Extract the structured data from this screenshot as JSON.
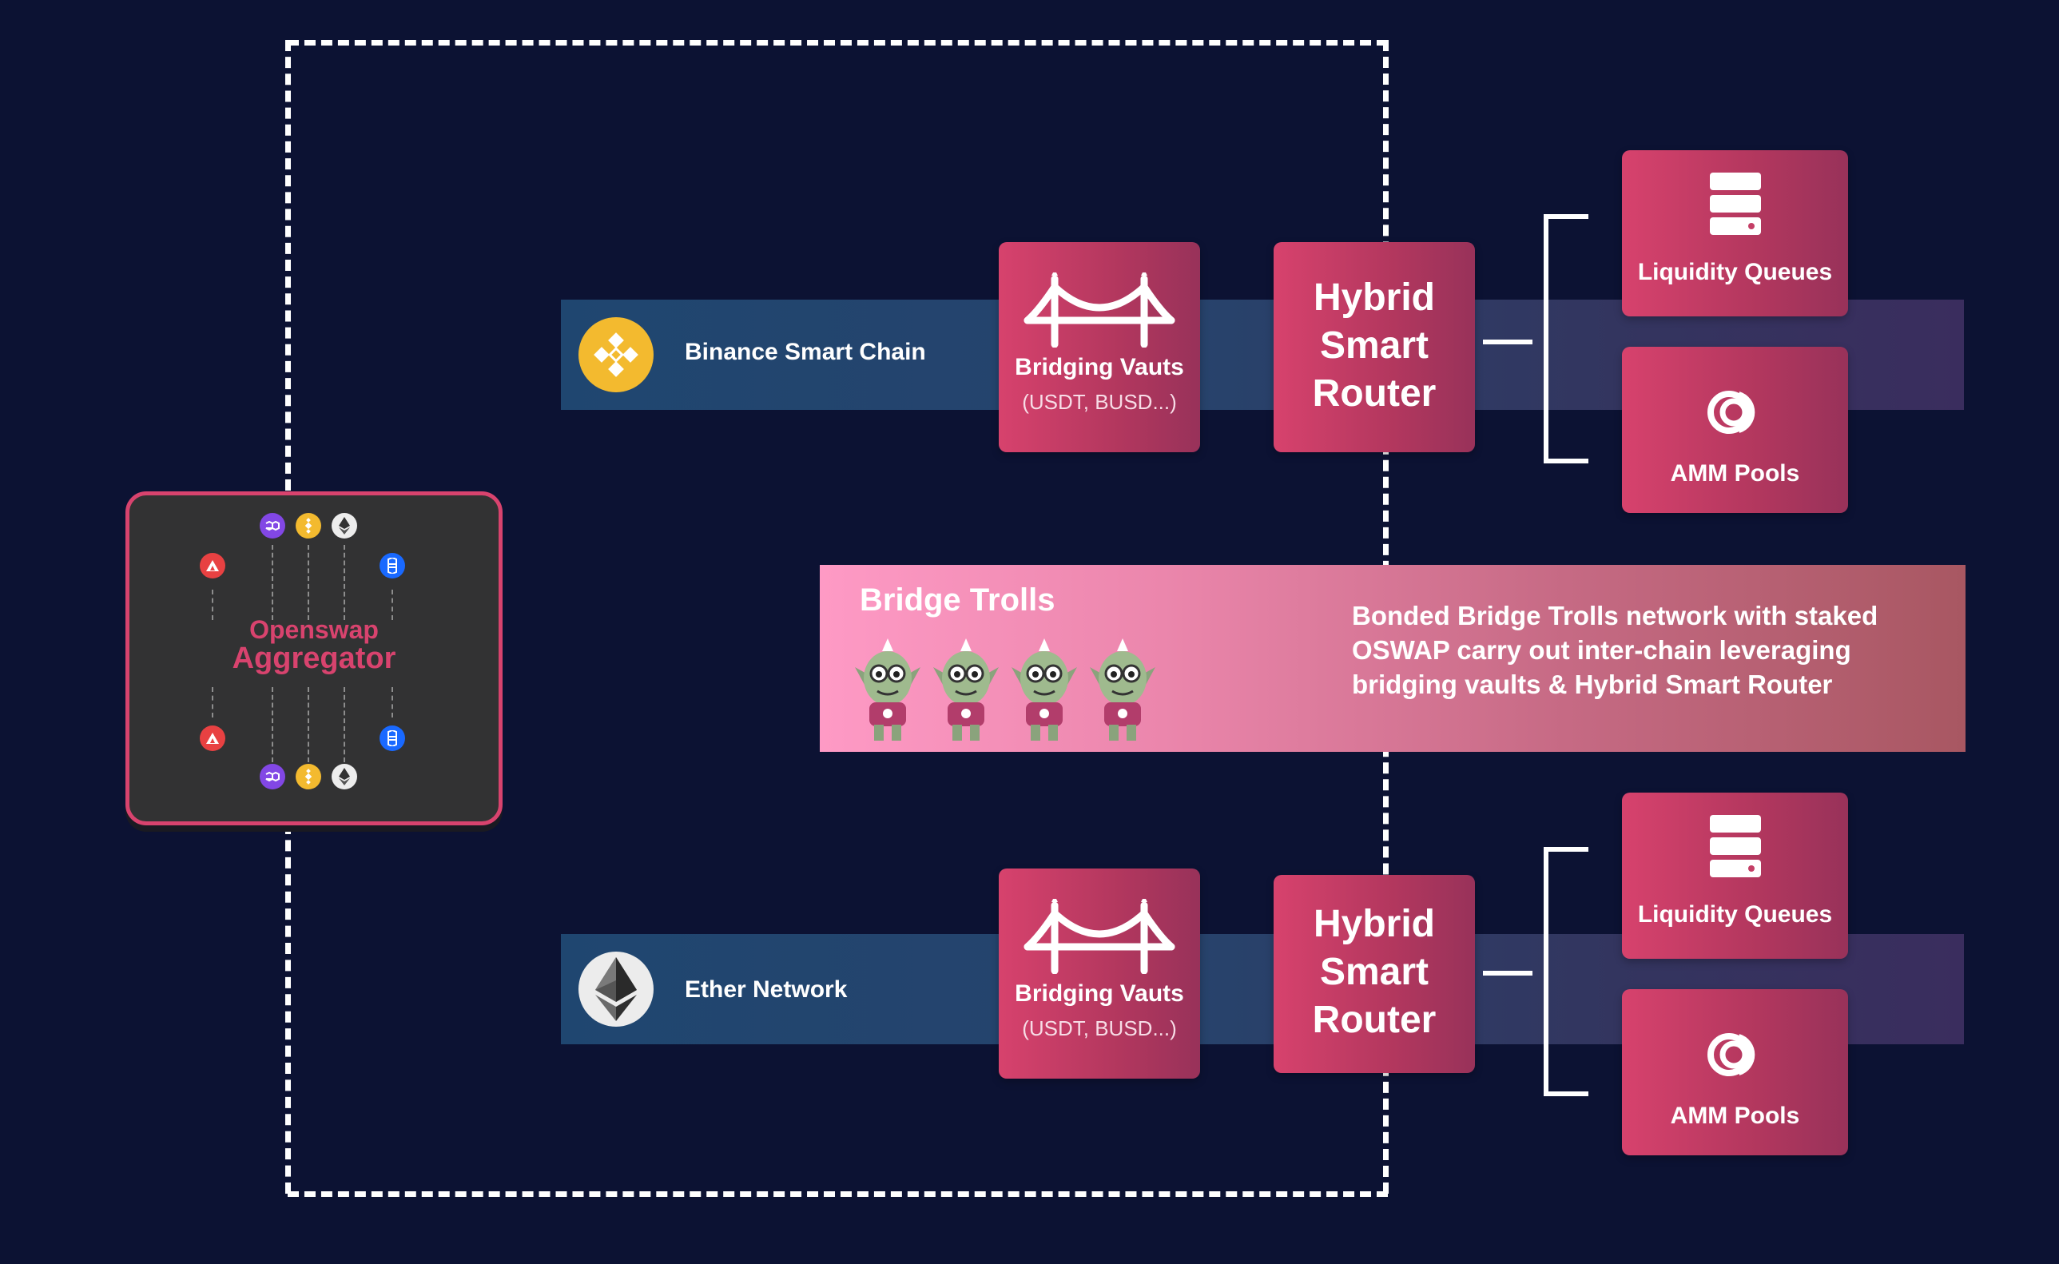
{
  "aggregator": {
    "line1": "Openswap",
    "line2": "Aggregator"
  },
  "chains": [
    {
      "name": "Binance Smart Chain",
      "icon": "binance-icon",
      "vault_title": "Bridging Vauts",
      "vault_sub": "(USDT, BUSD...)",
      "router_lines": [
        "Hybrid",
        "Smart",
        "Router"
      ],
      "outputs": [
        {
          "label": "Liquidity Queues",
          "icon": "server-stack-icon"
        },
        {
          "label": "AMM Pools",
          "icon": "amm-rings-icon"
        }
      ]
    },
    {
      "name": "Ether Network",
      "icon": "ethereum-icon",
      "vault_title": "Bridging Vauts",
      "vault_sub": "(USDT, BUSD...)",
      "router_lines": [
        "Hybrid",
        "Smart",
        "Router"
      ],
      "outputs": [
        {
          "label": "Liquidity Queues",
          "icon": "server-stack-icon"
        },
        {
          "label": "AMM Pools",
          "icon": "amm-rings-icon"
        }
      ]
    }
  ],
  "trolls": {
    "title": "Bridge Trolls",
    "count": 4,
    "description_lines": [
      "Bonded Bridge Trolls network with staked",
      "OSWAP carry out inter-chain leveraging",
      "bridging vaults & Hybrid Smart Router"
    ]
  },
  "colors": {
    "background": "#0c1233",
    "accent_pink": "#d7426d",
    "binance_yellow": "#f3ba2f",
    "band_blue": "#1f4670"
  }
}
